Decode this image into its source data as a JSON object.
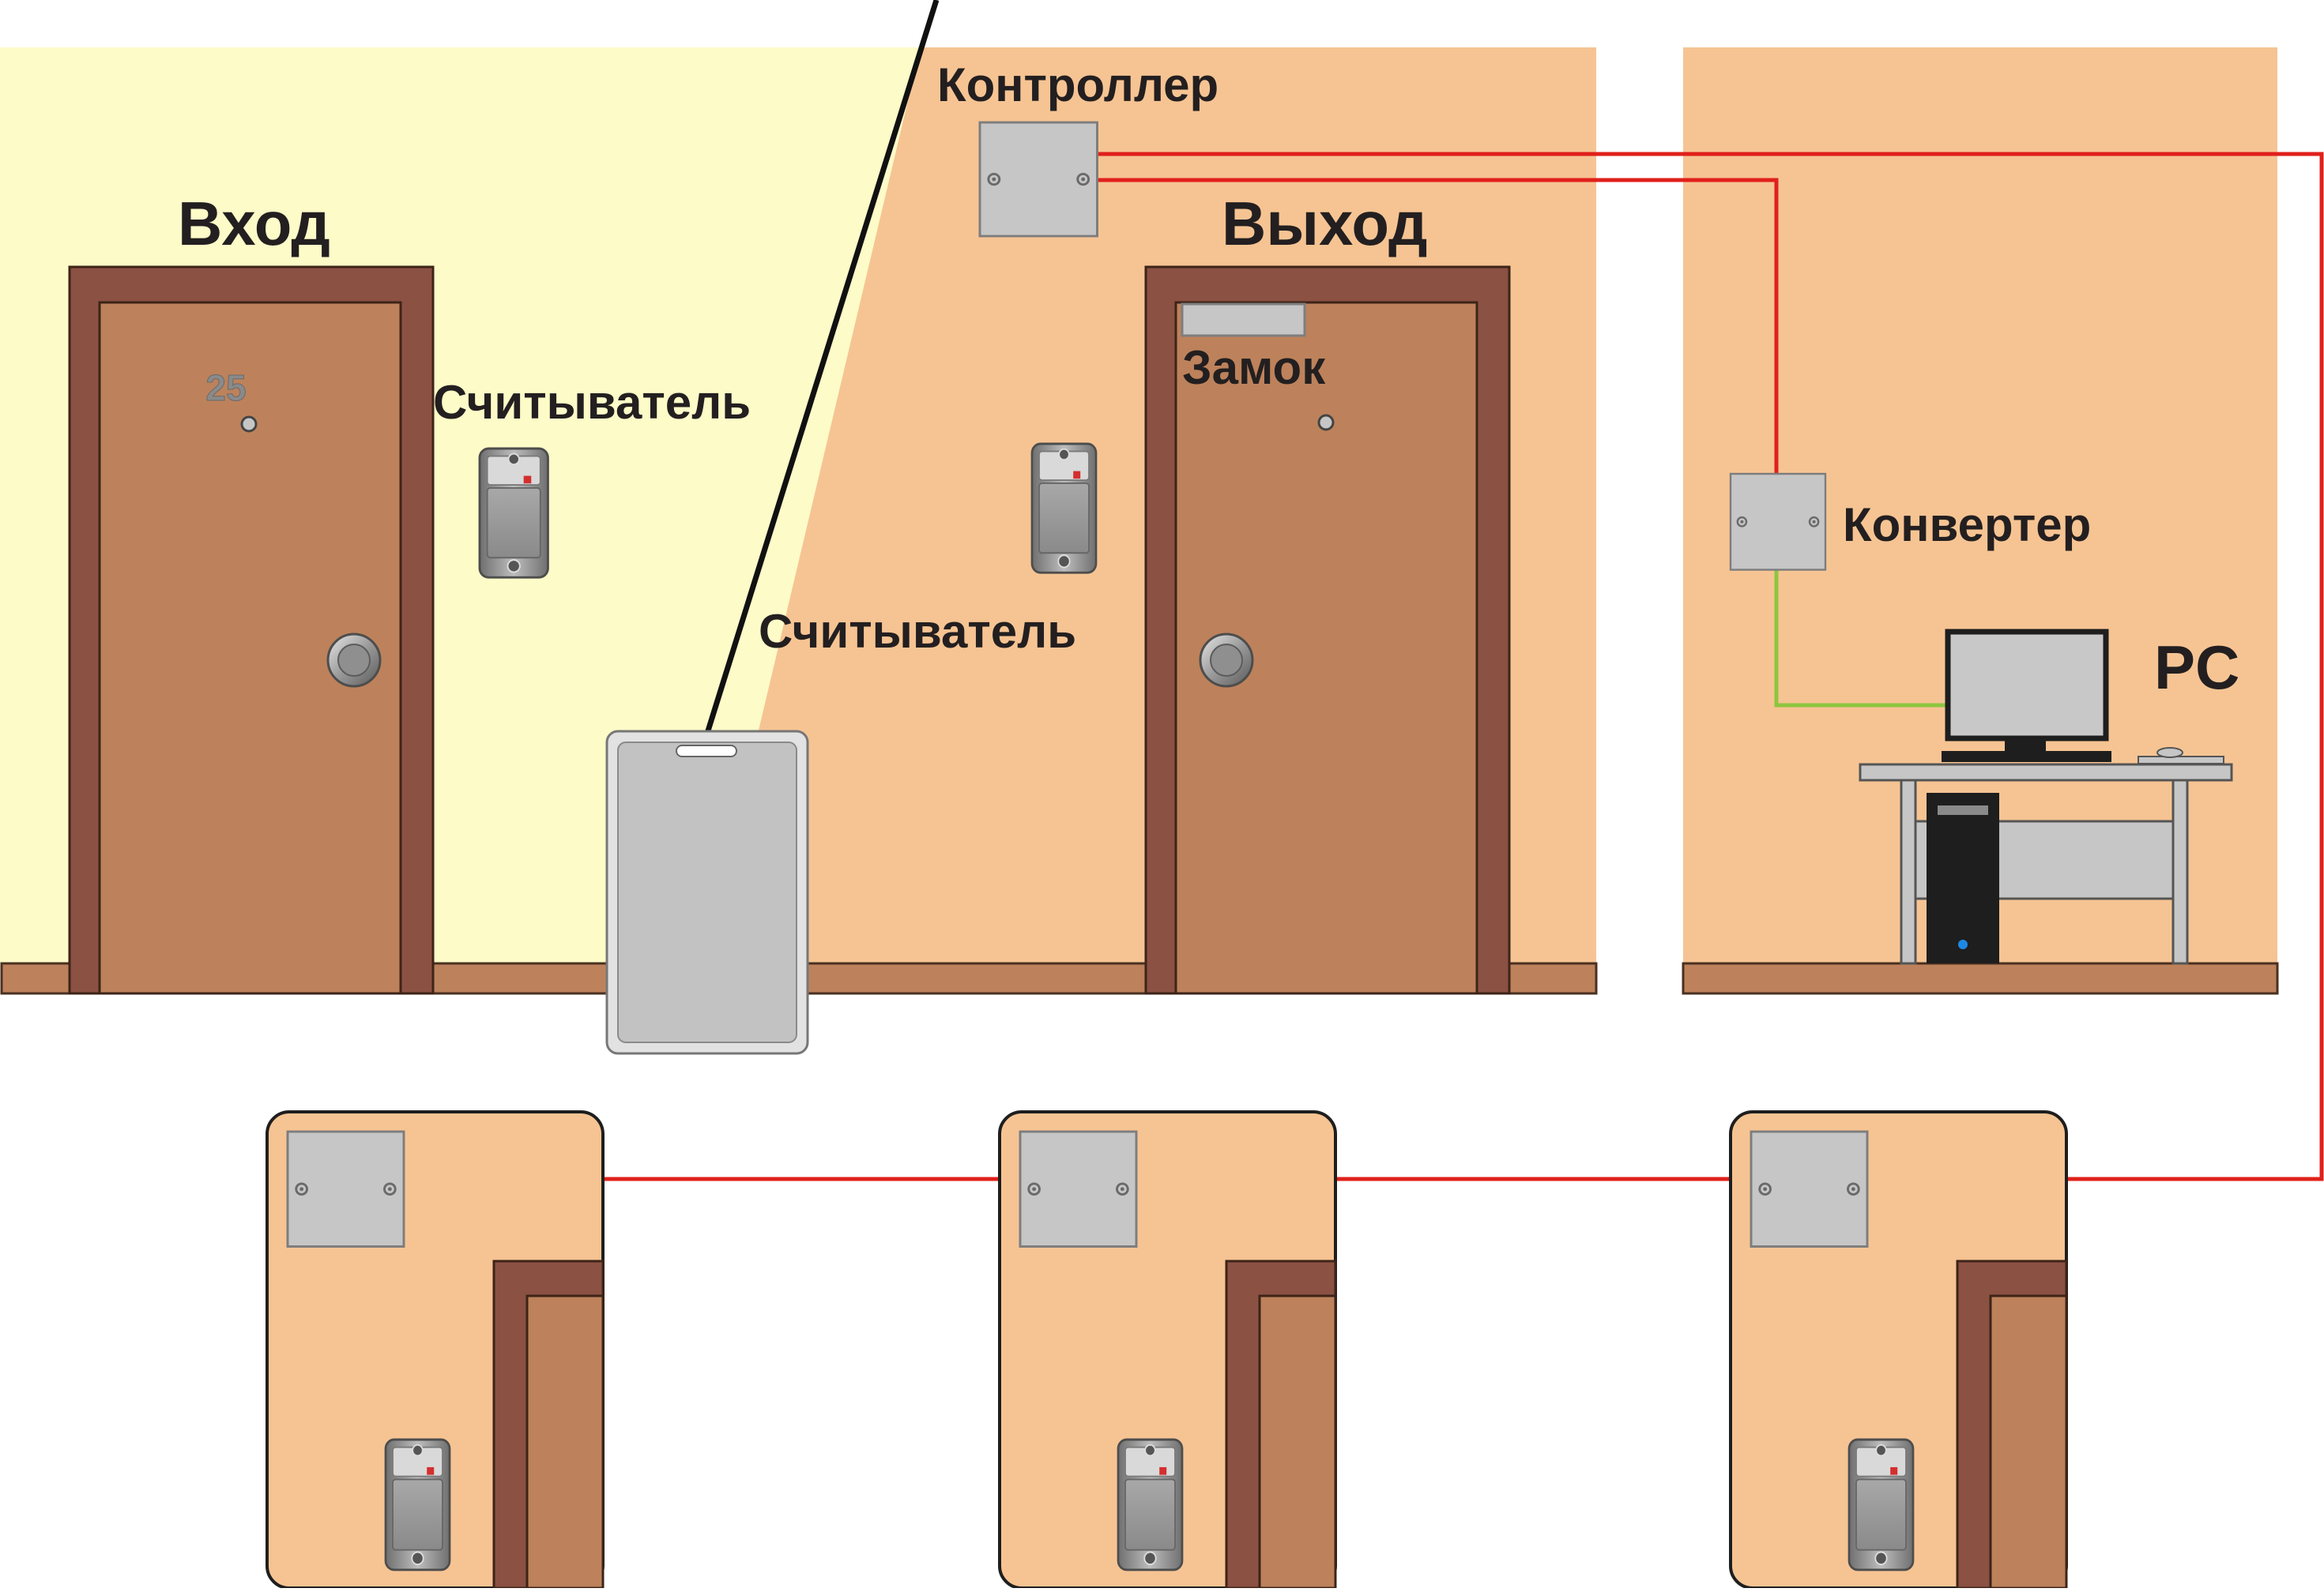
{
  "labels": {
    "entrance": "Вход",
    "exit": "Выход",
    "controller": "Контроллер",
    "reader_left": "Считыватель",
    "reader_center": "Считыватель",
    "lock": "Замок",
    "converter": "Конвертер",
    "pc": "PC",
    "door_number": "25"
  },
  "colors": {
    "corridor_wall": "#fdfbc8",
    "room_wall": "#f6c493",
    "door_leaf": "#bd825b",
    "door_frame": "#8b5143",
    "floor_strip": "#bd825b",
    "device_grey": "#c6c6c6",
    "network_line": "#e0201b",
    "usb_line": "#8dc63f",
    "monitor_screen": "#c8c8c8",
    "pc_case": "#1e1e1e",
    "power_led": "#1e88e5"
  },
  "icons": {
    "card": "proximity-card-icon",
    "reader": "card-reader-icon",
    "controller": "controller-box-icon",
    "converter": "converter-box-icon",
    "computer": "desktop-computer-icon",
    "lock": "lock-bar-icon"
  }
}
